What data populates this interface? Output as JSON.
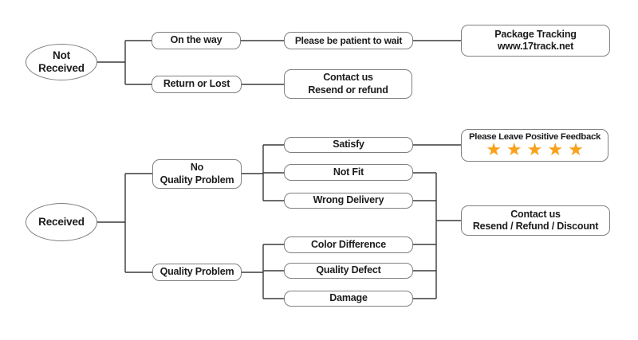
{
  "diagram": {
    "background_color": "#ffffff",
    "connector_color": "#3a3a3a",
    "node_border_color": "#7f7f7f",
    "text_color": "#1c1c1c",
    "star_color": "#F9A11B",
    "nodes": {
      "not_received": {
        "line1": "Not",
        "line2": "Received"
      },
      "on_the_way": {
        "label": "On the way"
      },
      "be_patient": {
        "label": "Please be patient to wait"
      },
      "package_tracking": {
        "line1": "Package Tracking",
        "line2": "www.17track.net"
      },
      "return_or_lost": {
        "label": "Return or Lost"
      },
      "contact_resend_refund": {
        "line1": "Contact us",
        "line2": "Resend or refund"
      },
      "received": {
        "label": "Received"
      },
      "no_quality_problem": {
        "line1": "No",
        "line2": "Quality Problem"
      },
      "quality_problem": {
        "label": "Quality Problem"
      },
      "satisfy": {
        "label": "Satisfy"
      },
      "not_fit": {
        "label": "Not Fit"
      },
      "wrong_delivery": {
        "label": "Wrong Delivery"
      },
      "color_difference": {
        "label": "Color Difference"
      },
      "quality_defect": {
        "label": "Quality Defect"
      },
      "damage": {
        "label": "Damage"
      },
      "positive_feedback": {
        "label": "Please Leave Positive Feedback",
        "stars": "★★★★★",
        "star_count": 5
      },
      "contact_discount": {
        "line1": "Contact us",
        "line2": "Resend / Refund / Discount"
      }
    }
  }
}
